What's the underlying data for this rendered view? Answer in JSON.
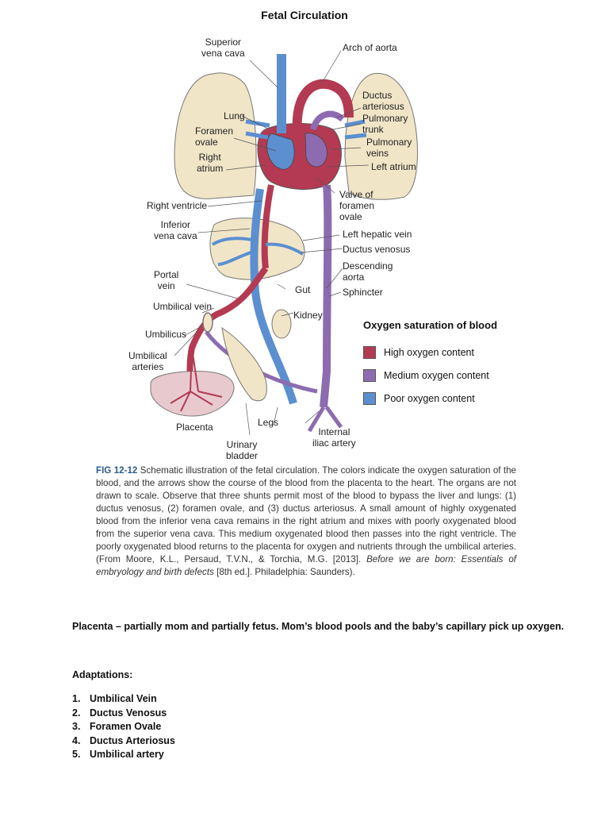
{
  "document_title": "Fetal Circulation",
  "figure": {
    "labels": {
      "superior_vena_cava": "Superior\nvena cava",
      "arch_of_aorta": "Arch of aorta",
      "lung": "Lung",
      "ductus_arteriosus": "Ductus\narteriosus",
      "pulmonary_trunk": "Pulmonary\ntrunk",
      "foramen_ovale": "Foramen\novale",
      "pulmonary_veins": "Pulmonary\nveins",
      "right_atrium": "Right\natrium",
      "left_atrium": "Left atrium",
      "right_ventricle": "Right ventricle",
      "valve_of_foramen_ovale": "Valve of\nforamen\novale",
      "inferior_vena_cava": "Inferior\nvena cava",
      "left_hepatic_vein": "Left hepatic vein",
      "ductus_venosus": "Ductus venosus",
      "portal_vein": "Portal\nvein",
      "descending_aorta": "Descending\naorta",
      "gut": "Gut",
      "sphincter": "Sphincter",
      "umbilical_vein": "Umbilical vein",
      "kidney": "Kidney",
      "umbilicus": "Umbilicus",
      "umbilical_arteries": "Umbilical\narteries",
      "legs": "Legs",
      "placenta": "Placenta",
      "internal_iliac_artery": "Internal\niliac artery",
      "urinary_bladder": "Urinary\nbladder"
    },
    "legend": {
      "title": "Oxygen saturation of blood",
      "items": [
        {
          "label": "High oxygen content",
          "color": "#b33a52"
        },
        {
          "label": "Medium oxygen content",
          "color": "#8d6bb0"
        },
        {
          "label": "Poor oxygen content",
          "color": "#5b8fd0"
        }
      ]
    },
    "colors": {
      "lung_fill": "#f1e5c7",
      "high": "#b33a52",
      "medium": "#8d6bb0",
      "poor": "#5b8fd0"
    }
  },
  "caption": {
    "fig_label": "FIG 12-12",
    "text": " Schematic illustration of the fetal circulation. The colors indicate the oxygen saturation of the blood, and the arrows show the course of the blood from the placenta to the heart. The organs are not drawn to scale. Observe that three shunts permit most of the blood to bypass the liver and lungs: (1) ductus venosus, (2) foramen ovale, and (3) ductus arteriosus. A small amount of highly oxygenated blood from the inferior vena cava remains in the right atrium and mixes with poorly oxygenated blood from the superior vena cava. This medium oxygenated blood then passes into the right ventricle. The poorly oxygenated blood returns to the placenta for oxygen and nutrients through the umbilical arteries. (From Moore, K.L., Persaud, T.V.N., & Torchia, M.G. [2013]. ",
    "source_italic": "Before we are born: Essentials of embryology and birth defects",
    "source_rest": " [8th ed.]. Philadelphia: Saunders)."
  },
  "placenta_note": "Placenta – partially mom and partially fetus. Mom’s blood pools and the baby’s capillary pick up oxygen.",
  "adaptations": {
    "heading": "Adaptations:",
    "items": [
      {
        "num": "1.",
        "label": "Umbilical Vein"
      },
      {
        "num": "2.",
        "label": "Ductus Venosus"
      },
      {
        "num": "3.",
        "label": "Foramen Ovale"
      },
      {
        "num": "4.",
        "label": "Ductus Arteriosus"
      },
      {
        "num": "5.",
        "label": "Umbilical artery"
      }
    ]
  }
}
